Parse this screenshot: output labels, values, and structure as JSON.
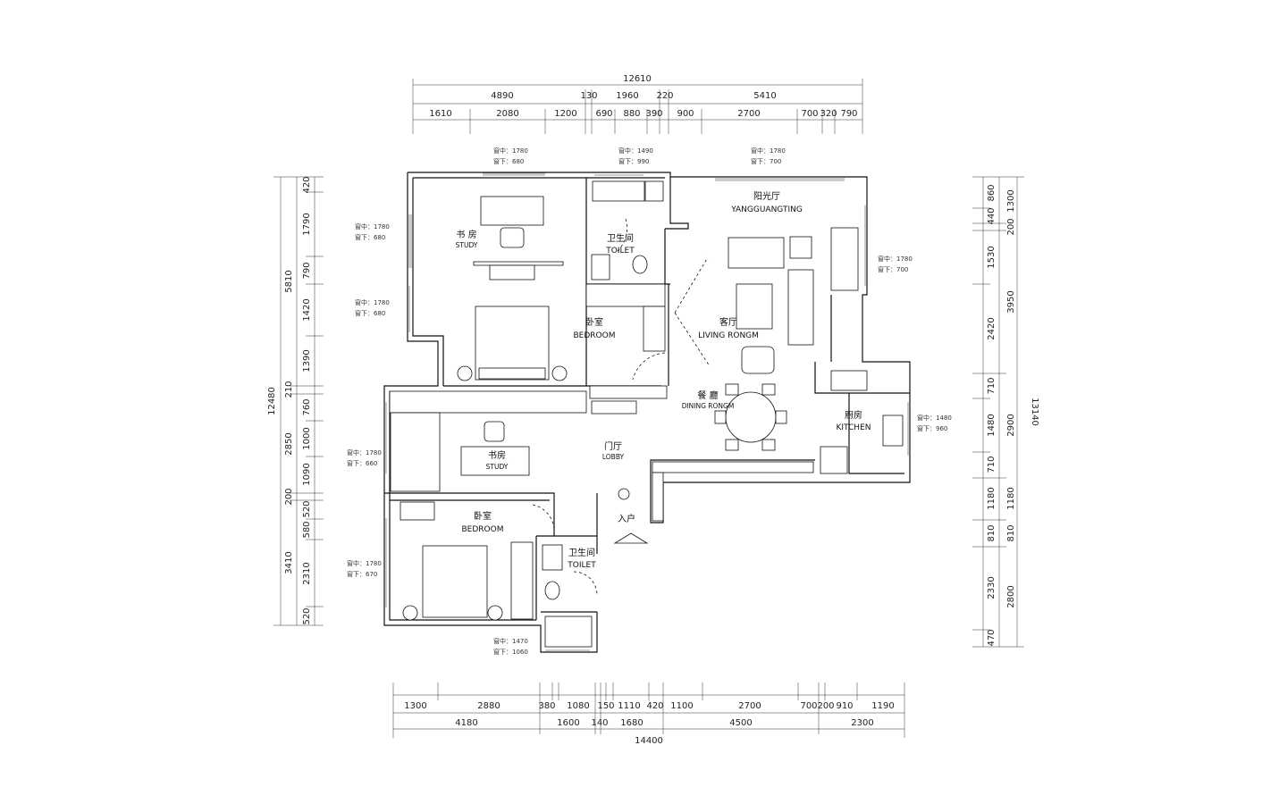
{
  "dimensions": {
    "top_total": "12610",
    "top_row1": [
      "4890",
      "130",
      "1960",
      "220",
      "5410"
    ],
    "top_row2": [
      "1610",
      "2080",
      "1200",
      "690",
      "880",
      "390",
      "900",
      "2700",
      "700",
      "320",
      "790"
    ],
    "bottom_row1": [
      "1300",
      "2880",
      "380",
      "1080",
      "150",
      "1110",
      "420",
      "1100",
      "2700",
      "700",
      "200",
      "910",
      "1190"
    ],
    "bottom_row2": [
      "4180",
      "1600",
      "140",
      "1680",
      "4500",
      "2300"
    ],
    "bottom_total": "14400",
    "left_total": "12480",
    "left_row1": [
      "5810",
      "210",
      "2850",
      "200",
      "3410"
    ],
    "left_row2": [
      "420",
      "1790",
      "790",
      "1420",
      "1390",
      "760",
      "1000",
      "1090",
      "520",
      "580",
      "2310",
      "520"
    ],
    "right_total": "13140",
    "right_row1": [
      "1300",
      "200",
      "3950",
      "2900",
      "1180",
      "810",
      "2800"
    ],
    "right_row2": [
      "860",
      "440",
      "1530",
      "2420",
      "710",
      "1480",
      "710",
      "1180",
      "810",
      "2330",
      "470"
    ]
  },
  "window_notes": [
    {
      "line1": "窗中：1780",
      "line2": "窗下：680"
    },
    {
      "line1": "窗中：1490",
      "line2": "窗下：990"
    },
    {
      "line1": "窗中：1780",
      "line2": "窗下：700"
    },
    {
      "line1": "窗中：1780",
      "line2": "窗下：680"
    },
    {
      "line1": "窗中：1780",
      "line2": "窗下：680"
    },
    {
      "line1": "窗中：1780",
      "line2": "窗下：700"
    },
    {
      "line1": "窗中：1480",
      "line2": "窗下：960"
    },
    {
      "line1": "窗中：1780",
      "line2": "窗下：660"
    },
    {
      "line1": "窗中：1780",
      "line2": "窗下：670"
    },
    {
      "line1": "窗中：1470",
      "line2": "窗下：1060"
    }
  ],
  "rooms": {
    "study1": {
      "cn": "书 房",
      "en": "STUDY"
    },
    "toilet1": {
      "cn": "卫生间",
      "en": "TOILET"
    },
    "sunroom": {
      "cn": "阳光厅",
      "en": "YANGGUANGTING"
    },
    "bedroom1": {
      "cn": "卧室",
      "en": "BEDROOM"
    },
    "living": {
      "cn": "客厅",
      "en": "LIVING RONGM"
    },
    "dining": {
      "cn": "餐 廳",
      "en": "DINING RONGM"
    },
    "kitchen": {
      "cn": "廚房",
      "en": "KITCHEN"
    },
    "lobby": {
      "cn": "门厅",
      "en": "LOBBY"
    },
    "study2": {
      "cn": "书房",
      "en": "STUDY"
    },
    "entrance": {
      "cn": "入户"
    },
    "bedroom2": {
      "cn": "卧室",
      "en": "BEDROOM"
    },
    "toilet2": {
      "cn": "卫生间",
      "en": "TOILET"
    }
  }
}
